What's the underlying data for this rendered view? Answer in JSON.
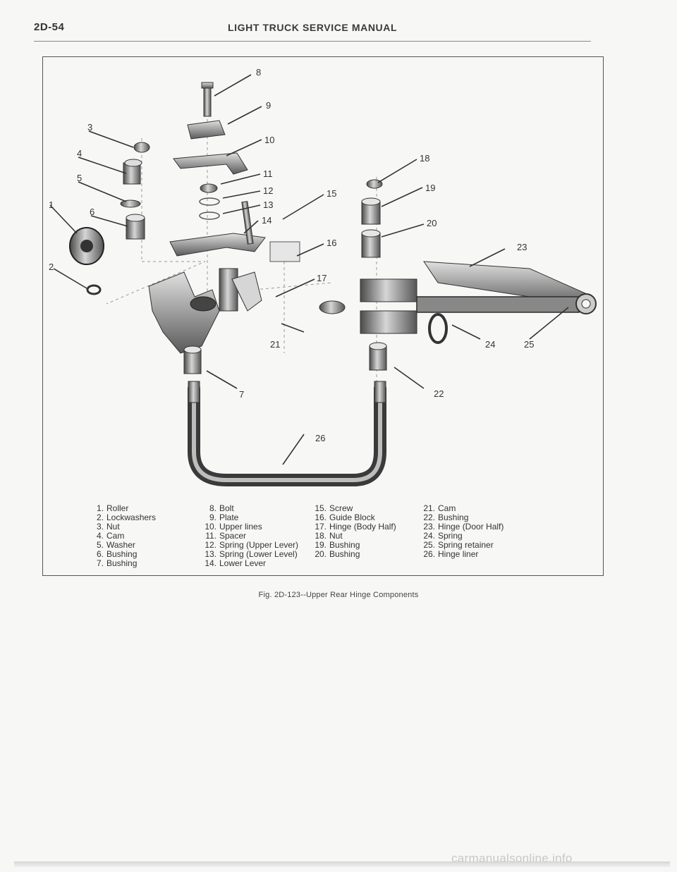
{
  "header": {
    "page_number": "2D-54",
    "running_title": "LIGHT TRUCK SERVICE MANUAL"
  },
  "figure": {
    "caption": "Fig. 2D-123--Upper Rear Hinge Components",
    "callouts": [
      "1",
      "2",
      "3",
      "4",
      "5",
      "6",
      "7",
      "8",
      "9",
      "10",
      "11",
      "12",
      "13",
      "14",
      "15",
      "16",
      "17",
      "18",
      "19",
      "20",
      "21",
      "22",
      "23",
      "24",
      "25",
      "26"
    ],
    "legend": {
      "col1": [
        {
          "num": "1.",
          "label": "Roller"
        },
        {
          "num": "2.",
          "label": "Lockwashers"
        },
        {
          "num": "3.",
          "label": "Nut"
        },
        {
          "num": "4.",
          "label": "Cam"
        },
        {
          "num": "5.",
          "label": "Washer"
        },
        {
          "num": "6.",
          "label": "Bushing"
        },
        {
          "num": "7.",
          "label": "Bushing"
        }
      ],
      "col2": [
        {
          "num": "8.",
          "label": "Bolt"
        },
        {
          "num": "9.",
          "label": "Plate"
        },
        {
          "num": "10.",
          "label": "Upper lines"
        },
        {
          "num": "11.",
          "label": "Spacer"
        },
        {
          "num": "12.",
          "label": "Spring (Upper Lever)"
        },
        {
          "num": "13.",
          "label": "Spring (Lower Level)"
        },
        {
          "num": "14.",
          "label": "Lower Lever"
        }
      ],
      "col3": [
        {
          "num": "15.",
          "label": "Screw"
        },
        {
          "num": "16.",
          "label": "Guide Block"
        },
        {
          "num": "17.",
          "label": "Hinge (Body Half)"
        },
        {
          "num": "18.",
          "label": "Nut"
        },
        {
          "num": "19.",
          "label": "Bushing"
        },
        {
          "num": "20.",
          "label": "Bushing"
        }
      ],
      "col4": [
        {
          "num": "21.",
          "label": "Cam"
        },
        {
          "num": "22.",
          "label": "Bushing"
        },
        {
          "num": "23.",
          "label": "Hinge (Door Half)"
        },
        {
          "num": "24.",
          "label": "Spring"
        },
        {
          "num": "25.",
          "label": "Spring retainer"
        },
        {
          "num": "26.",
          "label": "Hinge liner"
        }
      ]
    }
  },
  "watermark": "carmanualsonline.info",
  "colors": {
    "paper": "#f7f7f5",
    "metal_dark": "#3a3a3a",
    "metal_mid": "#8a8a8a",
    "metal_light": "#c9c9c9"
  }
}
